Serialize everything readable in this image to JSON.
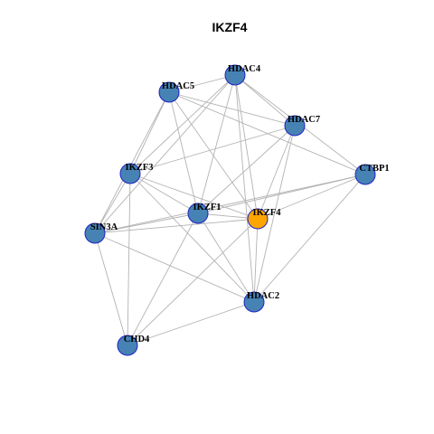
{
  "title": "IKZF4",
  "colors": {
    "node_fill": "#4682b4",
    "focus_fill": "#ffa500",
    "node_stroke": "#1f22c4",
    "edge": "#b3b3b3"
  },
  "focus_node": "IKZF4",
  "nodes": [
    "HDAC4",
    "HDAC5",
    "HDAC7",
    "IKZF3",
    "CTBP1",
    "IKZF1",
    "IKZF4",
    "SIN3A",
    "HDAC2",
    "CHD4"
  ],
  "edges": [
    [
      "HDAC4",
      "HDAC5"
    ],
    [
      "HDAC4",
      "HDAC7"
    ],
    [
      "HDAC4",
      "CTBP1"
    ],
    [
      "HDAC4",
      "IKZF3"
    ],
    [
      "HDAC4",
      "IKZF1"
    ],
    [
      "HDAC4",
      "IKZF4"
    ],
    [
      "HDAC4",
      "SIN3A"
    ],
    [
      "HDAC4",
      "HDAC2"
    ],
    [
      "HDAC5",
      "HDAC7"
    ],
    [
      "HDAC5",
      "IKZF3"
    ],
    [
      "HDAC5",
      "IKZF1"
    ],
    [
      "HDAC5",
      "IKZF4"
    ],
    [
      "HDAC5",
      "SIN3A"
    ],
    [
      "HDAC5",
      "CTBP1"
    ],
    [
      "HDAC7",
      "IKZF3"
    ],
    [
      "HDAC7",
      "IKZF1"
    ],
    [
      "HDAC7",
      "IKZF4"
    ],
    [
      "HDAC7",
      "HDAC2"
    ],
    [
      "IKZF3",
      "IKZF1"
    ],
    [
      "IKZF3",
      "IKZF4"
    ],
    [
      "IKZF3",
      "SIN3A"
    ],
    [
      "IKZF3",
      "HDAC2"
    ],
    [
      "IKZF3",
      "CHD4"
    ],
    [
      "CTBP1",
      "IKZF1"
    ],
    [
      "CTBP1",
      "IKZF4"
    ],
    [
      "CTBP1",
      "SIN3A"
    ],
    [
      "CTBP1",
      "HDAC2"
    ],
    [
      "IKZF1",
      "IKZF4"
    ],
    [
      "IKZF1",
      "SIN3A"
    ],
    [
      "IKZF1",
      "HDAC2"
    ],
    [
      "IKZF1",
      "CHD4"
    ],
    [
      "IKZF4",
      "SIN3A"
    ],
    [
      "IKZF4",
      "HDAC2"
    ],
    [
      "IKZF4",
      "CHD4"
    ],
    [
      "SIN3A",
      "HDAC2"
    ],
    [
      "SIN3A",
      "CHD4"
    ],
    [
      "HDAC2",
      "CHD4"
    ]
  ]
}
